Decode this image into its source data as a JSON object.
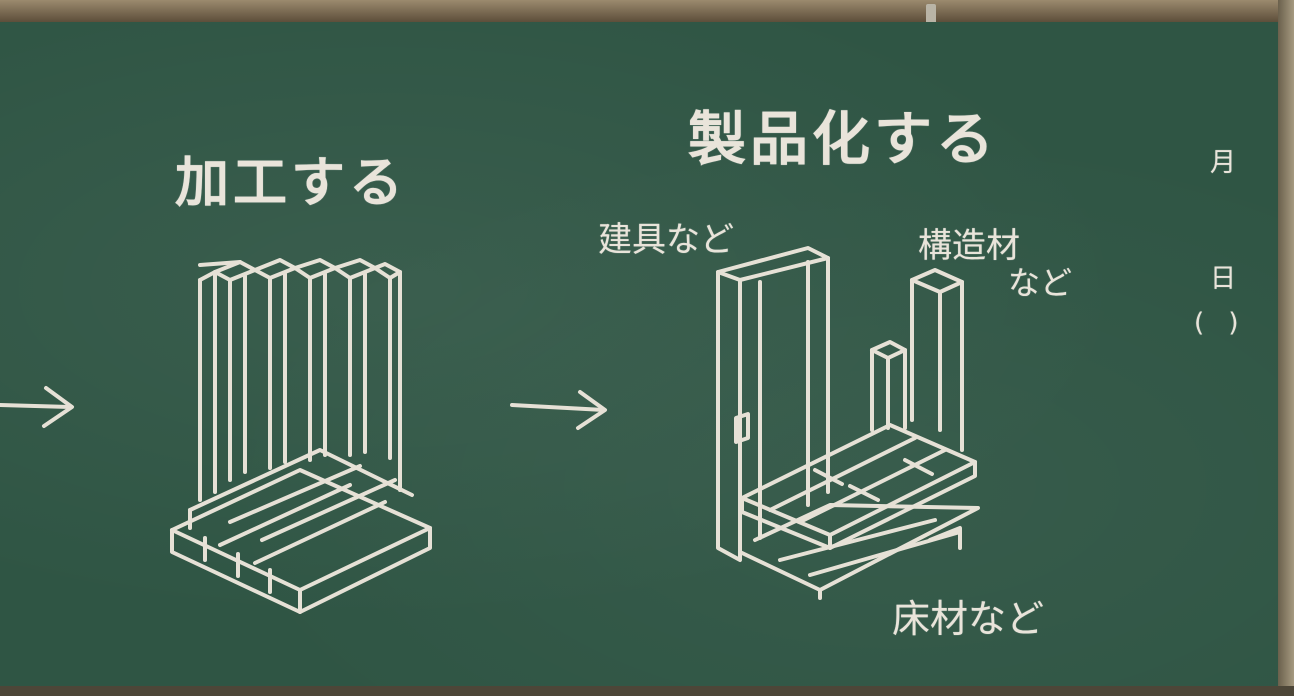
{
  "headings": {
    "process": "加工する",
    "product": "製品化する"
  },
  "labels": {
    "fittings": "建具など",
    "structural_line1": "構造材",
    "structural_line2": "など",
    "flooring": "床材など"
  },
  "date_box": {
    "month": "月",
    "day": "日",
    "weekday_parens": "(  )"
  },
  "colors": {
    "board": "#2f5544",
    "chalk": "#e9e4da"
  },
  "icons": [
    "arrow-right-icon",
    "lumber-stack-icon",
    "door-icon",
    "post-icon",
    "floorboards-icon"
  ]
}
